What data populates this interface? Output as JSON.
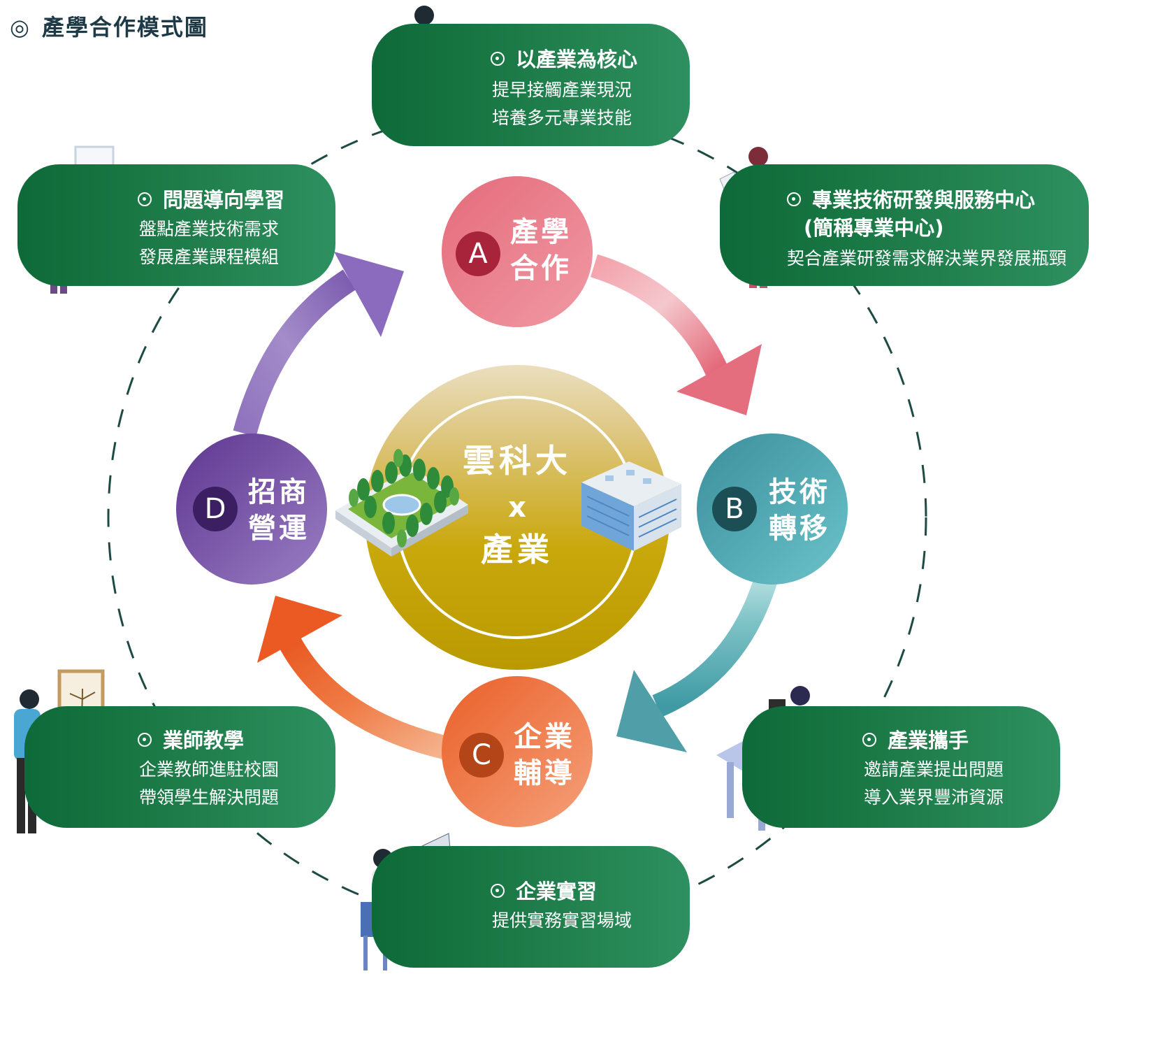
{
  "title": "產學合作模式圖",
  "title_mark": "◎",
  "center": {
    "line1": "雲科大",
    "line2": "x",
    "line3": "產業"
  },
  "nodes": {
    "a": {
      "letter": "A",
      "line1": "產學",
      "line2": "合作",
      "color": "#e56b7a"
    },
    "b": {
      "letter": "B",
      "line1": "技術",
      "line2": "轉移",
      "color": "#3e9ba5"
    },
    "c": {
      "letter": "C",
      "line1": "企業",
      "line2": "輔導",
      "color": "#ea6a36"
    },
    "d": {
      "letter": "D",
      "line1": "招商",
      "line2": "營運",
      "color": "#6a4597"
    }
  },
  "cards": {
    "top": {
      "title": "以產業為核心",
      "lines": [
        "提早接觸產業現況",
        "培養多元專業技能"
      ]
    },
    "top_right": {
      "title": "專業技術研發與服務中心",
      "title2": "(簡稱專業中心)",
      "lines": [
        "契合產業研發需求解決業界發展瓶頸"
      ]
    },
    "top_left": {
      "title": "問題導向學習",
      "lines": [
        "盤點產業技術需求",
        "發展產業課程模組"
      ]
    },
    "bottom_left": {
      "title": "業師教學",
      "lines": [
        "企業教師進駐校園",
        "帶領學生解決問題"
      ]
    },
    "bottom_right": {
      "title": "產業攜手",
      "lines": [
        "邀請產業提出問題",
        "導入業界豐沛資源"
      ]
    },
    "bottom": {
      "title": "企業實習",
      "lines": [
        "提供實務實習場域"
      ]
    }
  },
  "colors": {
    "card_green": "#0e6a38",
    "dashed_ring": "#1e4a44",
    "center_gold": "#c8a400"
  }
}
